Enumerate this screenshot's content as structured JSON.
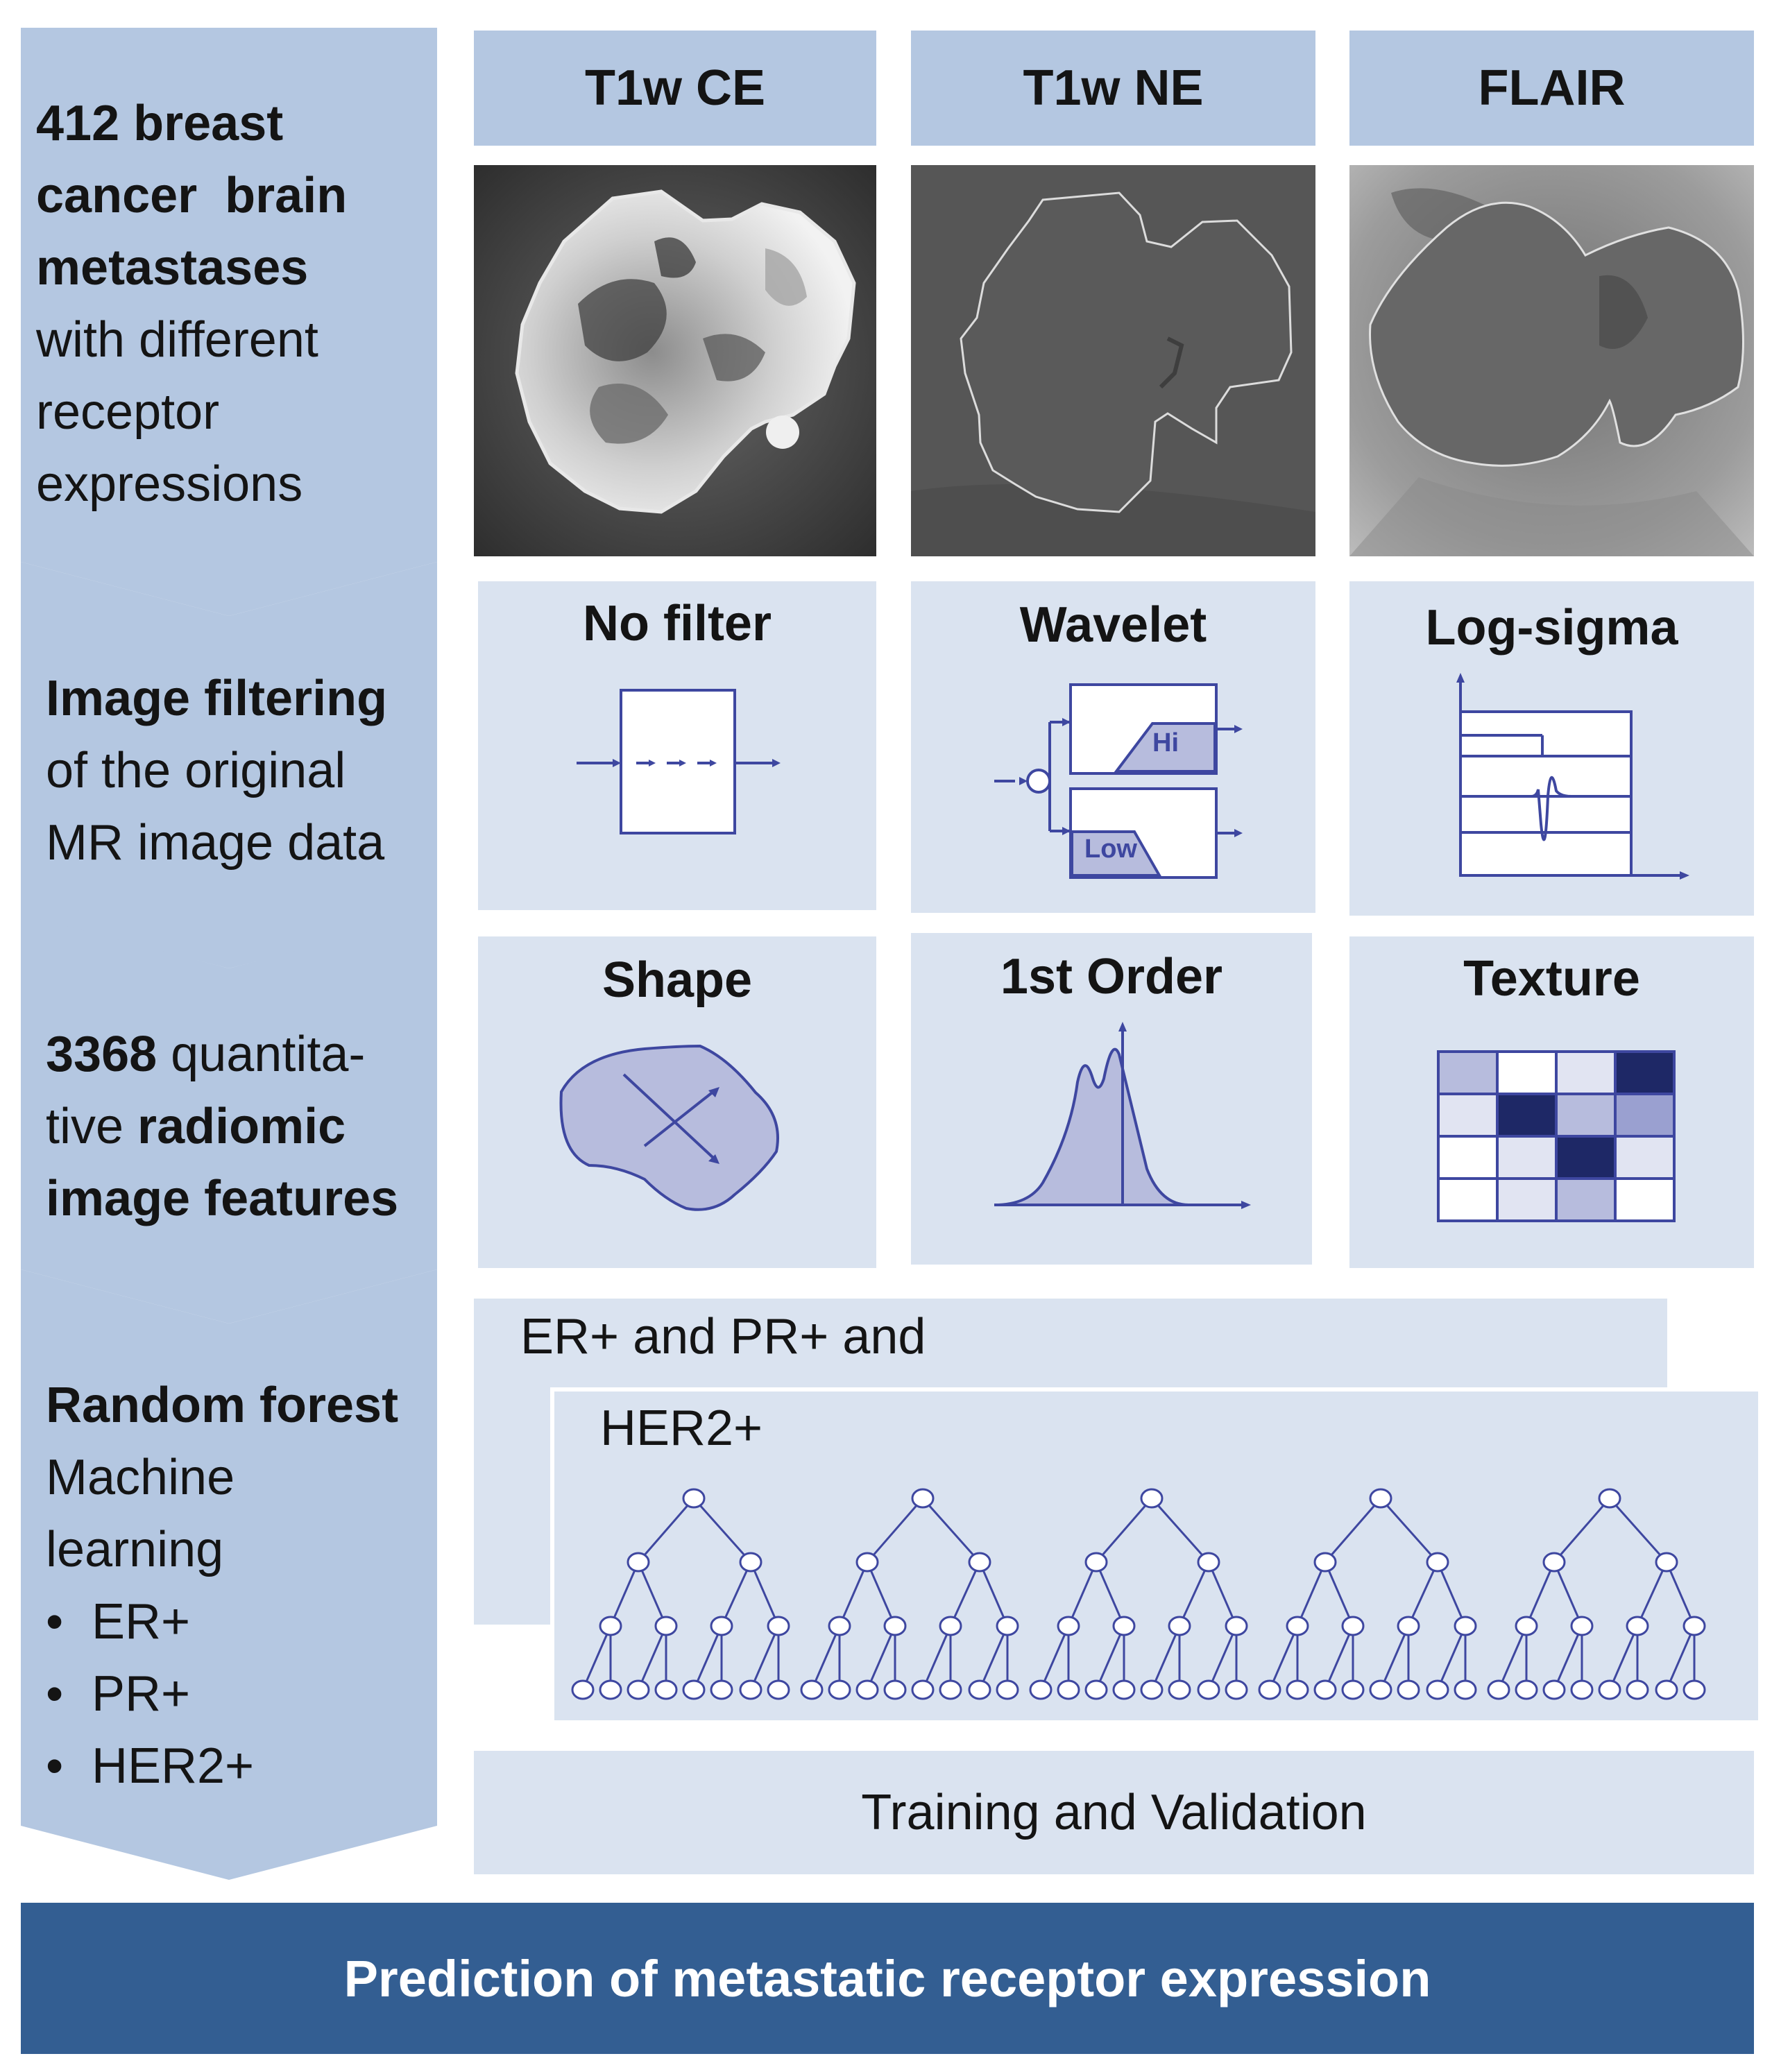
{
  "steps": [
    {
      "line1_bold": "412 breast",
      "line2_bold": "cancer  brain",
      "line3_bold": "metastases",
      "line4": "with different",
      "line5": "receptor",
      "line6": "expressions"
    },
    {
      "line1_bold": "Image filtering",
      "line2": "of the original",
      "line3": "MR image data"
    },
    {
      "line1_num_bold": "3368",
      "line1_rest": " quantita-",
      "line2_pre": "tive ",
      "line2_bold": "radiomic",
      "line3_bold": "image features"
    },
    {
      "line1_bold": "Random forest",
      "line2": "Machine",
      "line3": "learning",
      "bullets": [
        "ER+",
        "PR+",
        "HER2+"
      ]
    }
  ],
  "sequences": [
    "T1w CE",
    "T1w NE",
    "FLAIR"
  ],
  "filters": {
    "no_filter": "No filter",
    "wavelet": "Wavelet",
    "wavelet_hi": "Hi",
    "wavelet_low": "Low",
    "log_sigma": "Log-sigma"
  },
  "features": [
    "Shape",
    "1st Order",
    "Texture"
  ],
  "forest": {
    "back_label": "ER+ and PR+ and",
    "front_label": "HER2+",
    "tree_count": 5
  },
  "training_label": "Training and Validation",
  "final_label": "Prediction of metastatic receptor expression",
  "colors": {
    "chevron": "#b4c7e1",
    "header": "#b4c7e1",
    "panel": "#dae3f0",
    "line": "#3e47a0",
    "fill_light": "#b7bcdd",
    "bottom_bar": "#335e92"
  }
}
